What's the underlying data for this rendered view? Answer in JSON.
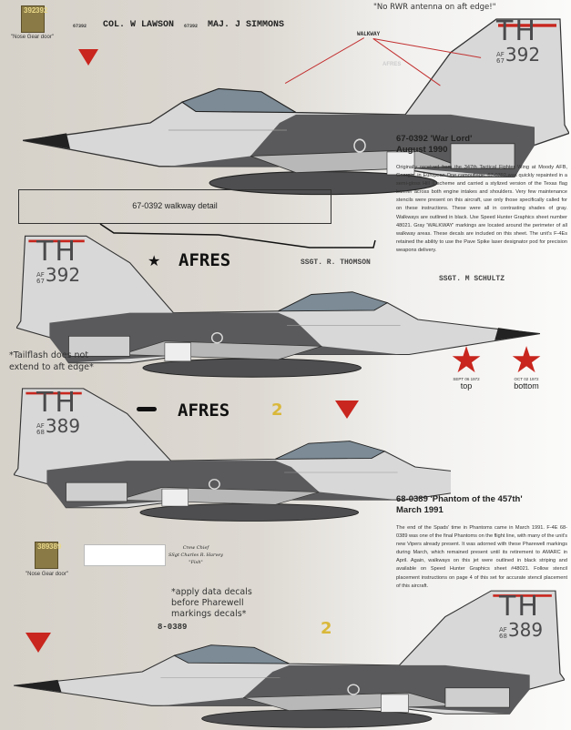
{
  "colors": {
    "accent_red": "#c8261e",
    "camo_dark": "#5a5a5c",
    "camo_light": "#d8d8d8",
    "stencil_yellow": "#d9b83a"
  },
  "top_aircraft": {
    "nose_gear_door": {
      "digits_left": "392",
      "digits_right": "392",
      "label": "\"Nose Gear door\""
    },
    "serial_small_1": "67392",
    "pilot_name": "COL. W LAWSON",
    "serial_small_2": "67392",
    "wso_name": "MAJ. J SIMMONS",
    "rwr_note": "\"No RWR antenna on aft edge!\"",
    "walkway_label": "WALKWAY",
    "tail": {
      "code": "TH",
      "af": "AF",
      "year": "67",
      "number": "392"
    },
    "fuselage_text": "AFRES",
    "walkway_detail_label": "67-0392 walkway detail"
  },
  "section_1": {
    "title": "67-0392 'War Lord'",
    "date": "August 1990",
    "description": "Originally received from the 347th Tactical Fighter Wing at Moody AFB, Georgia, in European One camouflage, 67-0392 was quickly repainted in a semi-gloss Hill II scheme and carried a stylized version of the Texas flag banner across both engine intakes and shoulders. Very few maintenance stencils were present on this aircraft, use only those specifically called for on these instructions. These were all in contrasting shades of gray. Walkways are outlined in black. Use Speed Hunter Graphics sheet number 48021. Gray 'WALKWAY' markings are located around the perimeter of all walkway areas. These decals are included on this sheet. The unit's F-4Es retained the ability to use the Pave Spike laser designator pod for precision weapons delivery."
  },
  "second_aircraft": {
    "tail": {
      "code": "TH",
      "af": "AF",
      "year": "67",
      "number": "392"
    },
    "afres_label": "AFRES",
    "crew_1": "SSGT. R. THOMSON",
    "crew_2": "SSGT. M SCHULTZ",
    "tailflash_note": "*Tailflash does not extend to aft edge*"
  },
  "kill_stars": {
    "top": {
      "date": "SEPT 06 1972",
      "label": "top"
    },
    "bottom": {
      "date": "OCT 02 1972",
      "label": "bottom"
    }
  },
  "third_aircraft": {
    "tail": {
      "code": "TH",
      "af": "AF",
      "year": "68",
      "number": "389"
    },
    "afres_label": "AFRES",
    "stencil_number": "2"
  },
  "section_2": {
    "title": "68-0389 'Phantom of the 457th'",
    "date": "March 1991",
    "description": "The end of the Spads' time in Phantoms came in March 1991. F-4E 68-0389 was one of the final Phantoms on the flight line, with many of the unit's new Vipers already present. It was adorned with these Pharewell markings during March, which remained present until its retirement to AMARC in April. Again, walkways on this jet were outlined in black striping and available on Speed Hunter Graphics sheet #48021. Follow stencil placement instructions on page 4 of this set for accurate stencil placement of this aircraft."
  },
  "bottom_aircraft": {
    "nose_gear_door": {
      "digits_left": "389",
      "digits_right": "389",
      "label": "\"Nose Gear door\""
    },
    "crew_chief": {
      "line1": "Crew Chief",
      "line2": "SSgt Charles R. Harvey",
      "line3": "\"Fish\""
    },
    "apply_note": "*apply data decals before Pharewell markings decals*",
    "canopy_serial": "8-0389",
    "stencil_number": "2",
    "tail": {
      "code": "TH",
      "af": "AF",
      "year": "68",
      "number": "389"
    }
  }
}
